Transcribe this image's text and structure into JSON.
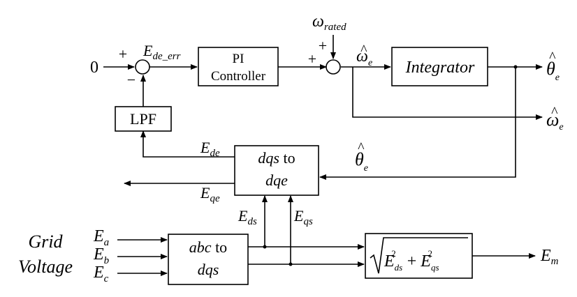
{
  "blocks": {
    "pi_controller": {
      "line1": "PI",
      "line2": "Controller"
    },
    "integrator": "Integrator",
    "lpf": "LPF",
    "dqs_to_dqe": {
      "dqs": "dqs",
      "to": " to",
      "dqe": "dqe"
    },
    "abc_to_dqs": {
      "abc": "abc",
      "to": " to",
      "dqs": "dqs"
    },
    "magnitude": {
      "E": "E",
      "ds": "ds",
      "qs": "qs",
      "sq": "2",
      "plus": "+"
    }
  },
  "signals": {
    "zero_input": "0",
    "e_de_err": {
      "base": "E",
      "sub": "de_err"
    },
    "omega_rated": {
      "base": "ω",
      "sub": "rated"
    },
    "omega_hat_e": {
      "base": "ω",
      "hat": "^",
      "sub": "e"
    },
    "theta_hat_e": {
      "base": "θ",
      "hat": "^",
      "sub": "e"
    },
    "e_de": {
      "base": "E",
      "sub": "de"
    },
    "e_qe": {
      "base": "E",
      "sub": "qe"
    },
    "e_ds": {
      "base": "E",
      "sub": "ds"
    },
    "e_qs": {
      "base": "E",
      "sub": "qs"
    },
    "e_m": {
      "base": "E",
      "sub": "m"
    },
    "e_a": {
      "base": "E",
      "sub": "a"
    },
    "e_b": {
      "base": "E",
      "sub": "b"
    },
    "e_c": {
      "base": "E",
      "sub": "c"
    }
  },
  "summing_signs": {
    "plus": "+",
    "minus": "−"
  },
  "grid_label": {
    "line1": "Grid",
    "line2": "Voltage"
  }
}
